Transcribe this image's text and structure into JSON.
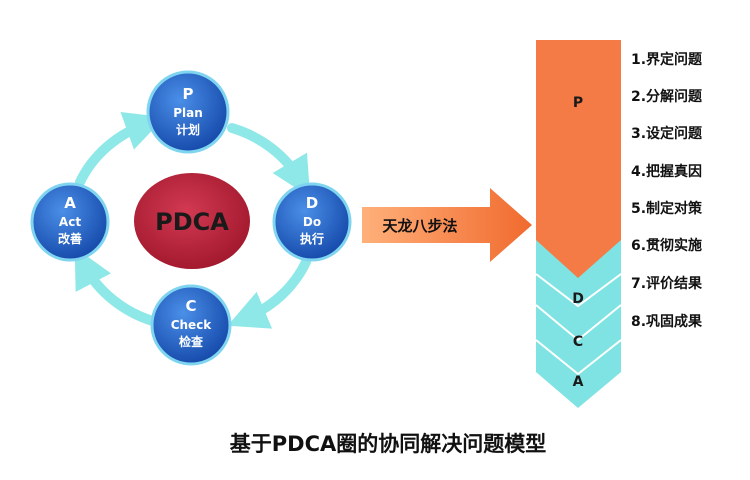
{
  "cycle": {
    "center_label": "PDCA",
    "nodes": {
      "plan": {
        "letter": "P",
        "name": "Plan",
        "cn": "计划"
      },
      "do": {
        "letter": "D",
        "name": "Do",
        "cn": "执行"
      },
      "check": {
        "letter": "C",
        "name": "Check",
        "cn": "检查"
      },
      "act": {
        "letter": "A",
        "name": "Act",
        "cn": "改善"
      }
    }
  },
  "arrow_label": "天龙八步法",
  "column": {
    "segments": [
      "P",
      "D",
      "C",
      "A"
    ]
  },
  "steps": [
    "1.界定问题",
    "2.分解问题",
    "3.设定问题",
    "4.把握真因",
    "5.制定对策",
    "6.贯彻实施",
    "7.评价结果",
    "8.巩固成果"
  ],
  "caption": "基于PDCA圈的协同解决问题模型",
  "colors": {
    "node_blue": "#1e5fc9",
    "ring_cyan": "#8fe8e8",
    "center_red": "#b8223a",
    "orange": "#f47b45",
    "teal": "#7fe3e3"
  }
}
